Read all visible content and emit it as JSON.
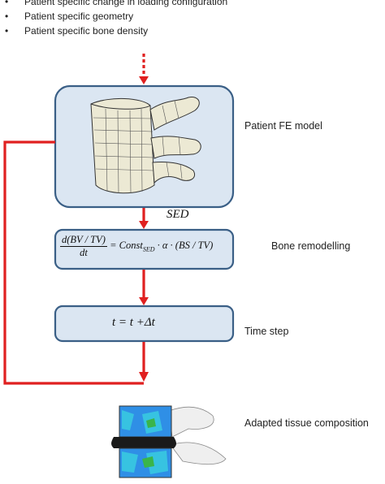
{
  "bullets": [
    "Patient specific change in loading configuration",
    "Patient specific geometry",
    "Patient specific bone density"
  ],
  "nodes": {
    "fe_model": {
      "label": "Patient FE model"
    },
    "remodelling": {
      "label": "Bone remodelling",
      "equation": "d(BV / TV) / dt = Const_SED · α · (BS / TV)"
    },
    "time_step": {
      "label": "Time step",
      "equation": "t = t +Δt"
    },
    "adapted": {
      "label": "Adapted tissue composition"
    }
  },
  "edges": [
    {
      "from": "input",
      "to": "fe_model",
      "style": "dashed"
    },
    {
      "from": "fe_model",
      "to": "remodelling",
      "label": "SED"
    },
    {
      "from": "remodelling",
      "to": "time_step"
    },
    {
      "from": "time_step",
      "to": "adapted"
    },
    {
      "from": "fe_model",
      "to": "adapted",
      "style": "bypass-loop"
    }
  ],
  "colors": {
    "arrow": "#e02020",
    "box_fill": "#dbe6f2",
    "box_stroke": "#3a5f86"
  }
}
